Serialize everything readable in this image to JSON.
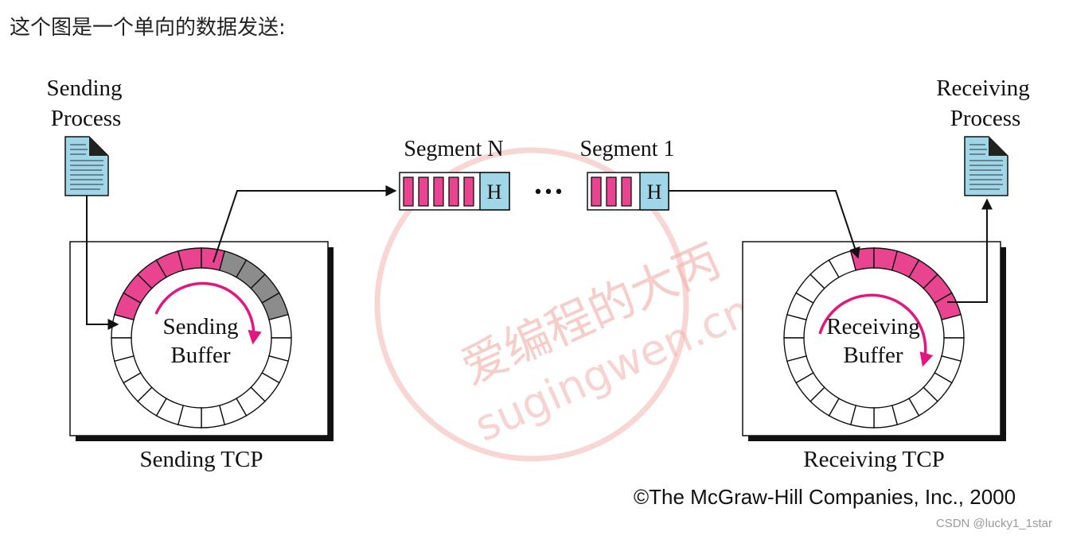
{
  "intro_text": "这个图是一个单向的数据发送:",
  "diagram": {
    "sending_process": [
      "Sending",
      "Process"
    ],
    "receiving_process": [
      "Receiving",
      "Process"
    ],
    "segment_n_label": "Segment N",
    "segment_1_label": "Segment 1",
    "header_letter": "H",
    "ellipsis": "•••",
    "sending_buffer": [
      "Sending",
      "Buffer"
    ],
    "receiving_buffer": [
      "Receiving",
      "Buffer"
    ],
    "sending_tcp": "Sending TCP",
    "receiving_tcp": "Receiving TCP"
  },
  "watermark": {
    "line1": "爱编程的大丙",
    "line2": "sugingwen.cn"
  },
  "credit": "©The McGraw-Hill Companies, Inc., 2000",
  "csdn_mark": "CSDN @lucky1_1star",
  "colors": {
    "pink": "#e8448f",
    "gray": "#8c8c8c",
    "blue": "#9fd6e8",
    "magenta_arrow": "#e3157e",
    "watermark": "#f3b8b3"
  }
}
